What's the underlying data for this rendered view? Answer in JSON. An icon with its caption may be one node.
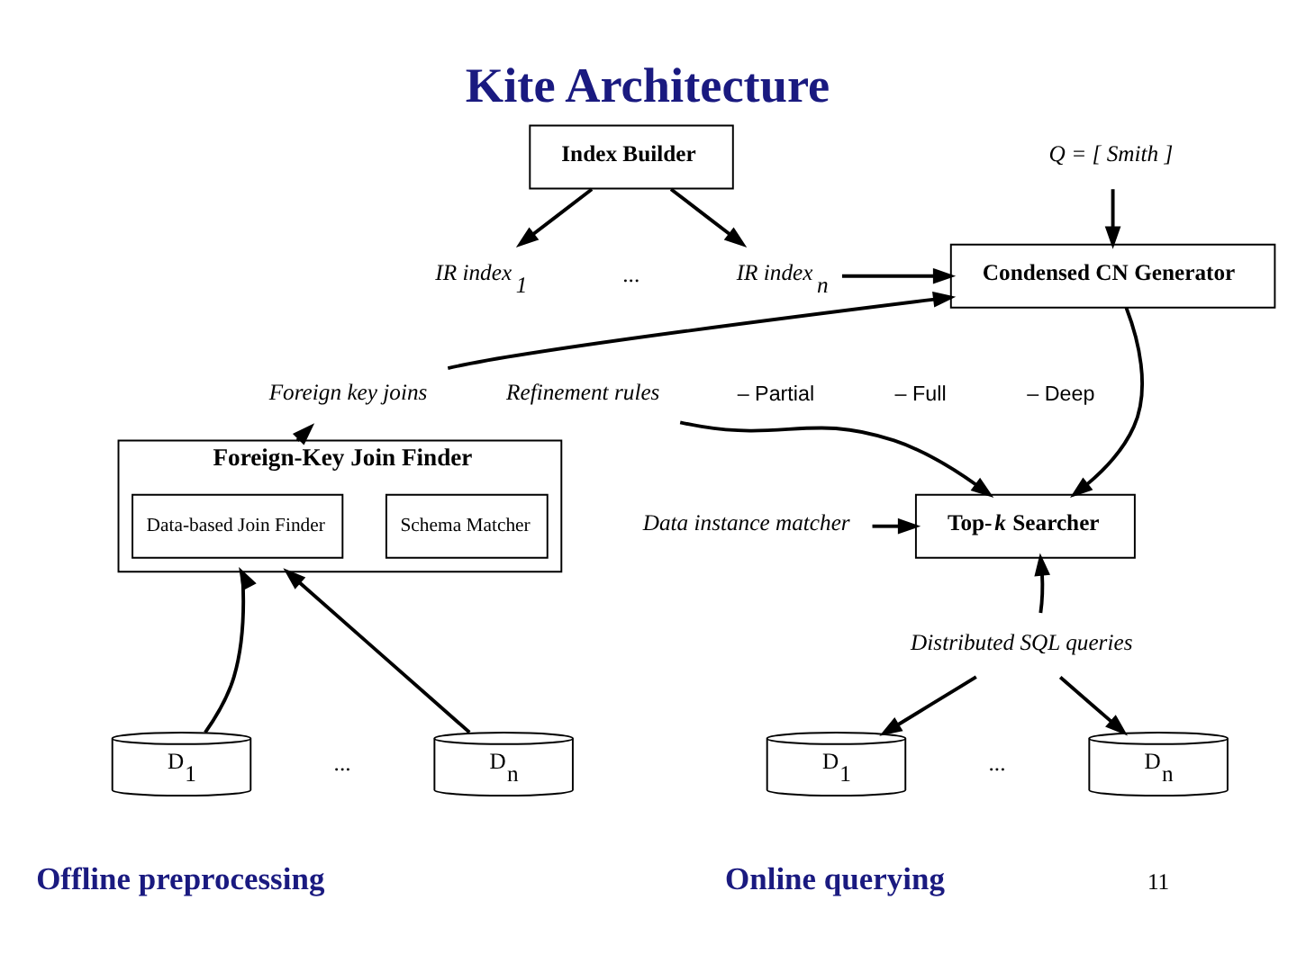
{
  "diagram": {
    "title": "Kite Architecture",
    "nodes": [
      {
        "text": [
          "Index Builder"
        ]
      },
      {
        "text": [
          "IR index$_{1}$"
        ]
      },
      {
        "text": [
          "IR index$_{n}$"
        ]
      },
      {
        "text": [
          "Foreign key joins"
        ]
      },
      {
        "text": [
          "Foreign-Key Join Finder"
        ]
      },
      {
        "text": [
          "Data-based Join Finder"
        ],
        "in": 4
      },
      {
        "text": [
          "Schema Matcher"
        ],
        "in": 4
      },
      {
        "text": [
          "D$_{1}$"
        ]
      },
      {
        "text": [
          "D$_{n}$"
        ]
      },
      {
        "text": [
          "Q = [ Smith ]"
        ]
      },
      {
        "text": [
          "Condensed CN Generator"
        ]
      },
      {
        "text": [
          "Top-*k* Searcher"
        ]
      },
      {
        "text": [
          "Refinement rules"
        ]
      },
      {
        "text": [
          "Data instance matcher"
        ]
      },
      {
        "text": [
          "Distributed SQL queries"
        ]
      },
      {
        "text": [
          "D$_{1}$"
        ]
      },
      {
        "text": [
          "D$_{n}$"
        ]
      }
    ],
    "edges": [
      {
        "from": 0,
        "to": 1,
        "arrow": "to"
      },
      {
        "from": 0,
        "to": 2,
        "arrow": "to"
      },
      {
        "from": 7,
        "to": 4,
        "arrow": "to"
      },
      {
        "from": 8,
        "to": 4,
        "arrow": "to"
      },
      {
        "from": 4,
        "to": 3,
        "arrow": "to"
      },
      {
        "from": 9,
        "to": 10,
        "arrow": "to"
      },
      {
        "from": 2,
        "to": 10,
        "arrow": "to"
      },
      {
        "from": 3,
        "to": 10,
        "arrow": "to"
      },
      {
        "from": 10,
        "to": 11,
        "arrow": "to"
      },
      {
        "from": 12,
        "to": 11,
        "arrow": "to"
      },
      {
        "from": 13,
        "to": 11,
        "arrow": "to"
      },
      {
        "from": 14,
        "to": 11,
        "arrow": "to"
      },
      {
        "from": 14,
        "to": 15,
        "arrow": "to"
      },
      {
        "from": 14,
        "to": 16,
        "arrow": "to"
      }
    ],
    "labels": [
      "...",
      "– Partial",
      "– Full",
      "– Deep",
      "...",
      "Offline preprocessing",
      "...",
      "Online querying",
      "11"
    ]
  }
}
